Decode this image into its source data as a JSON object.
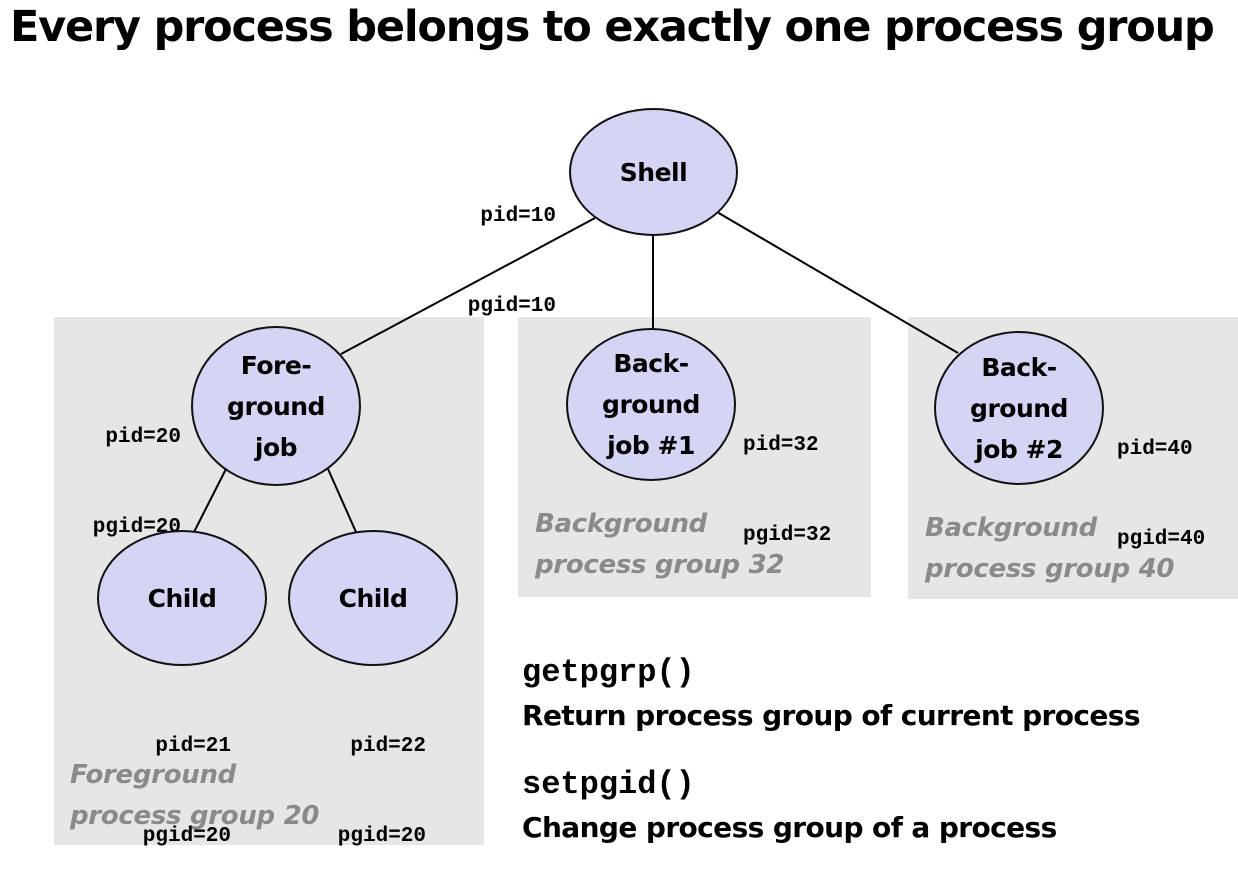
{
  "title": "Every process belongs to exactly one process group",
  "groups": {
    "foreground": {
      "line1": "Foreground",
      "line2": "process group 20"
    },
    "background1": {
      "line1": "Background",
      "line2": "process group 32"
    },
    "background2": {
      "line1": "Background",
      "line2": "process group 40"
    }
  },
  "nodes": {
    "shell": {
      "label": "Shell",
      "pid": "pid=10",
      "pgid": "pgid=10"
    },
    "foreground_job": {
      "label": "Fore-\nground\njob",
      "pid": "pid=20",
      "pgid": "pgid=20"
    },
    "background_job_1": {
      "label": "Back-\nground\njob #1",
      "pid": "pid=32",
      "pgid": "pgid=32"
    },
    "background_job_2": {
      "label": "Back-\nground\njob #2",
      "pid": "pid=40",
      "pgid": "pgid=40"
    },
    "child_1": {
      "label": "Child",
      "pid": "pid=21",
      "pgid": "pgid=20"
    },
    "child_2": {
      "label": "Child",
      "pid": "pid=22",
      "pgid": "pgid=20"
    }
  },
  "functions": [
    {
      "name": "getpgrp()",
      "description": "Return process group of current process"
    },
    {
      "name": "setpgid()",
      "description": "Change process group of a process"
    }
  ],
  "colors": {
    "node_fill": "#d4d4f4",
    "group_background": "#e6e6e6",
    "group_label": "#8a8a8a"
  }
}
